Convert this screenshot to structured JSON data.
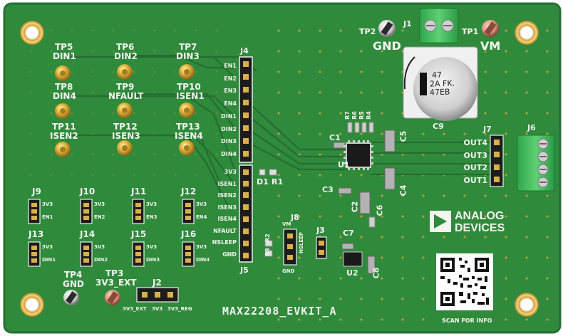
{
  "board": {
    "title": "MAX22208_EVKIT_A",
    "colors": {
      "pcb": "#2f8a3c",
      "pcb_dark": "#1f6a2b",
      "silk": "#f2f5ee",
      "gold": "#d6a93a",
      "header": "#1c1c1c",
      "terminal": "#3fbf5a"
    }
  },
  "test_points": {
    "tp5": {
      "id": "TP5",
      "label": "DIN1"
    },
    "tp6": {
      "id": "TP6",
      "label": "DIN2"
    },
    "tp7": {
      "id": "TP7",
      "label": "DIN3"
    },
    "tp8": {
      "id": "TP8",
      "label": "DIN4"
    },
    "tp9": {
      "id": "TP9",
      "label": "NFAULT"
    },
    "tp10": {
      "id": "TP10",
      "label": "ISEN1"
    },
    "tp11": {
      "id": "TP11",
      "label": "ISEN2"
    },
    "tp12": {
      "id": "TP12",
      "label": "ISEN3"
    },
    "tp13": {
      "id": "TP13",
      "label": "ISEN4"
    },
    "tp1": {
      "id": "TP1",
      "label": "VM"
    },
    "tp2": {
      "id": "TP2",
      "label": "GND"
    },
    "tp3": {
      "id": "TP3",
      "label": "3V3_EXT"
    },
    "tp4": {
      "id": "TP4",
      "label": "GND"
    }
  },
  "connectors": {
    "j1": "J1",
    "j4": {
      "name": "J4",
      "pins": [
        "EN1",
        "EN2",
        "EN3",
        "EN4",
        "DIN1",
        "DIN2",
        "DIN3",
        "DIN4"
      ]
    },
    "j5": {
      "name": "J5",
      "pins": [
        "3V3",
        "ISEN1",
        "ISEN2",
        "ISEN3",
        "ISEN4",
        "NFAULT",
        "NSLEEP",
        "GND"
      ]
    },
    "j6": "J6",
    "j7": {
      "name": "J7",
      "pins": [
        "OUT4",
        "OUT3",
        "OUT2",
        "OUT1"
      ]
    },
    "j8": {
      "name": "J8",
      "top": "VM",
      "side": "NSLEEP",
      "bottom": "GND"
    },
    "j2": {
      "name": "J2",
      "labels": [
        "3V3_EXT",
        "3V3",
        "3V3_REG"
      ]
    },
    "j3": "J3"
  },
  "jumpers": [
    {
      "name": "J9",
      "pin_top": "3V3",
      "pin_bottom": "EN1"
    },
    {
      "name": "J10",
      "pin_top": "3V3",
      "pin_bottom": "EN2"
    },
    {
      "name": "J11",
      "pin_top": "3V3",
      "pin_bottom": "EN3"
    },
    {
      "name": "J12",
      "pin_top": "3V3",
      "pin_bottom": "EN4"
    },
    {
      "name": "J13",
      "pin_top": "3V3",
      "pin_bottom": "DIN1"
    },
    {
      "name": "J14",
      "pin_top": "3V3",
      "pin_bottom": "DIN2"
    },
    {
      "name": "J15",
      "pin_top": "3V3",
      "pin_bottom": "DIN3"
    },
    {
      "name": "J16",
      "pin_top": "3V3",
      "pin_bottom": "DIN4"
    }
  ],
  "components": {
    "r7": "R7",
    "r6": "R6",
    "r5": "R5",
    "r4": "R4",
    "c1": "C1",
    "c2": "C2",
    "c3": "C3",
    "c4": "C4",
    "c5": "C5",
    "c6": "C6",
    "c7": "C7",
    "c8": "C8",
    "c9": "C9",
    "u1": "U1",
    "u2": "U2",
    "d1": "D1",
    "r1": "R1",
    "r2": "R2",
    "r3": "R3"
  },
  "capacitor_c9": {
    "line1": "47",
    "line2": "2A FK.",
    "line3": "47EB"
  },
  "brand": {
    "line1": "ANALOG",
    "line2": "DEVICES"
  },
  "qr": {
    "caption": "SCAN FOR INFO"
  }
}
